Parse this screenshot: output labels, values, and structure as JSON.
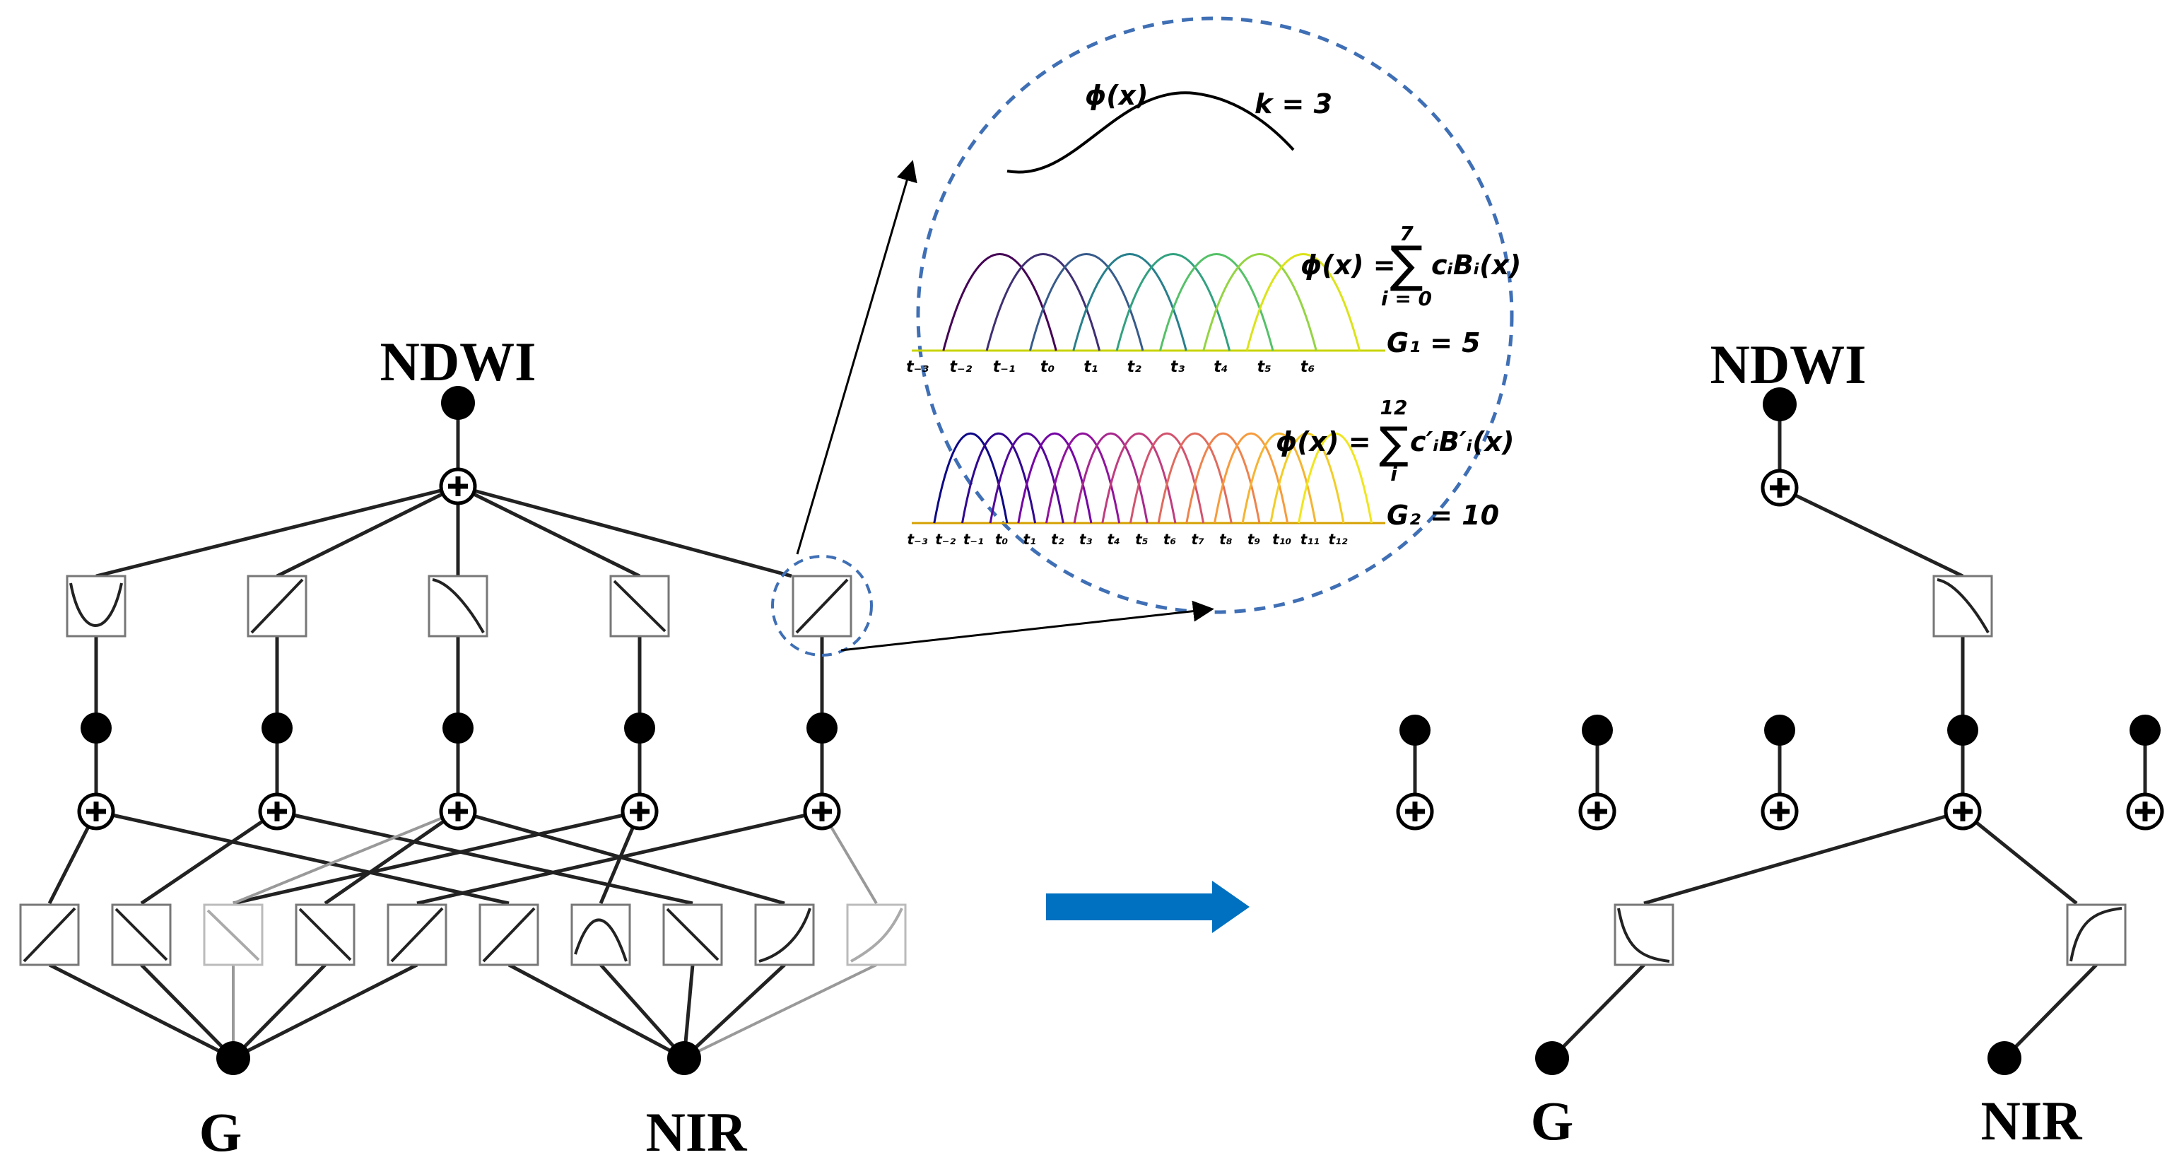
{
  "left": {
    "output_label": "NDWI",
    "input_g_label": "G",
    "input_nir_label": "NIR"
  },
  "right": {
    "output_label": "NDWI",
    "input_g_label": "G",
    "input_nir_label": "NIR"
  },
  "zoom": {
    "phi_label": "ϕ(x)",
    "k_label": "k = 3",
    "eq1_lhs": "ϕ(x) =",
    "eq1_sum_top": "7",
    "eq1_sum_bottom": "i = 0",
    "eq1_rhs": "cᵢBᵢ(x)",
    "g1_label": "G₁ = 5",
    "eq2_lhs": "ϕ(x) =",
    "eq2_sum_top": "12",
    "eq2_sum_bottom": "i",
    "eq2_rhs": "c′ᵢB′ᵢ(x)",
    "g2_label": "G₂ = 10",
    "knots1": [
      "t₋₃",
      "t₋₂",
      "t₋₁",
      "t₀",
      "t₁",
      "t₂",
      "t₃",
      "t₄",
      "t₅",
      "t₆"
    ],
    "knots2": [
      "t₋₃",
      "t₋₂",
      "t₋₁",
      "t₀",
      "t₁",
      "t₂",
      "t₃",
      "t₄",
      "t₅",
      "t₆",
      "t₇",
      "t₈",
      "t₉",
      "t₁₀",
      "t₁₁",
      "t₁₂"
    ]
  },
  "colors": {
    "arrow": "#0070c0",
    "circle": "#3f6fb5",
    "node": "#000000",
    "faded": "#999999"
  }
}
